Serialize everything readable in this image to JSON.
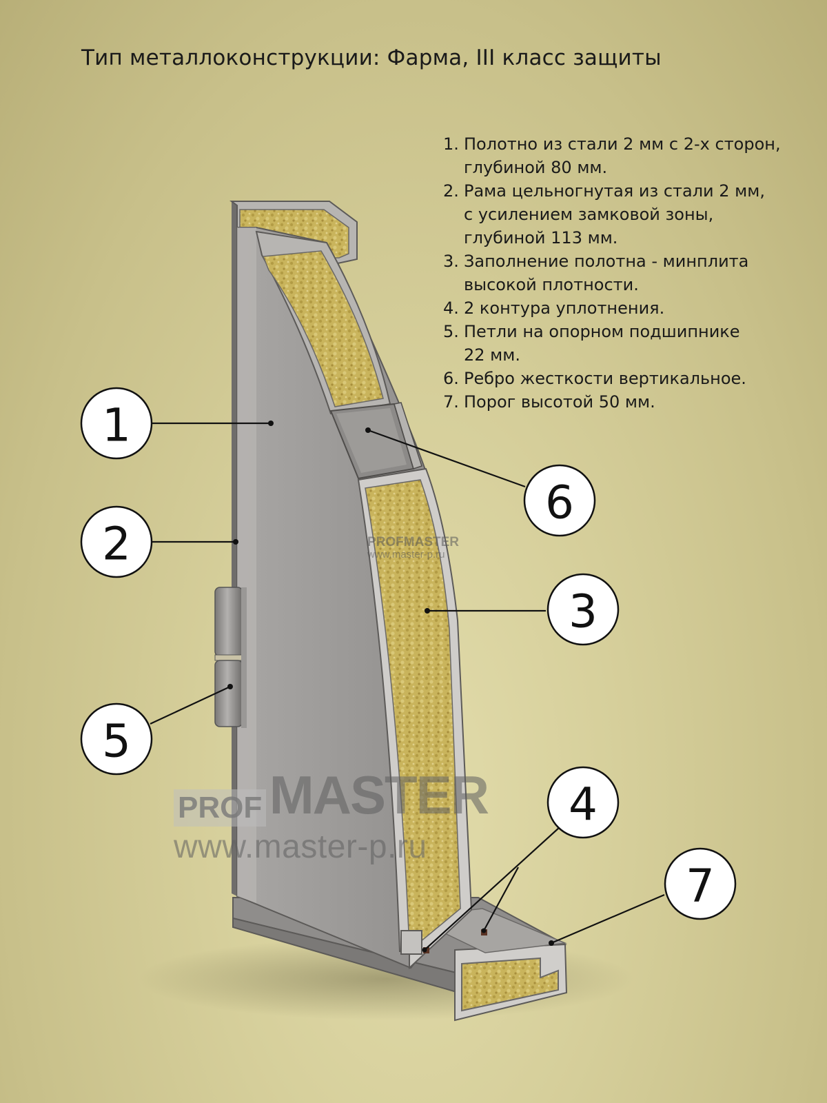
{
  "title": "Тип металлоконструкции: Фарма, III класс защиты",
  "legend": [
    {
      "num": "1.",
      "text": "Полотно из стали 2 мм с 2-х сторон,",
      "cont": [
        "глубиной 80 мм."
      ]
    },
    {
      "num": "2.",
      "text": "Рама цельногнутая из стали 2 мм,",
      "cont": [
        "с усилением замковой зоны,",
        "глубиной 113 мм."
      ]
    },
    {
      "num": "3.",
      "text": "Заполнение полотна - минплита",
      "cont": [
        "высокой плотности."
      ]
    },
    {
      "num": "4.",
      "text": "2 контура уплотнения.",
      "cont": []
    },
    {
      "num": "5.",
      "text": "Петли на опорном подшипнике",
      "cont": [
        "22 мм."
      ]
    },
    {
      "num": "6.",
      "text": "Ребро жесткости вертикальное.",
      "cont": []
    },
    {
      "num": "7.",
      "text": "Порог высотой 50 мм.",
      "cont": []
    }
  ],
  "callouts": [
    "1",
    "2",
    "3",
    "4",
    "5",
    "6",
    "7"
  ],
  "watermark": {
    "brand_prof": "PROF",
    "brand_master": "MASTER",
    "url": "www.master-p.ru"
  },
  "colors": {
    "background": "#d6cf9b",
    "steel": "#9c9a98",
    "steel_dark": "#7d7b79",
    "insulation": "#c9b45c",
    "callout_fill": "#ffffff",
    "leader_line": "#111111"
  }
}
